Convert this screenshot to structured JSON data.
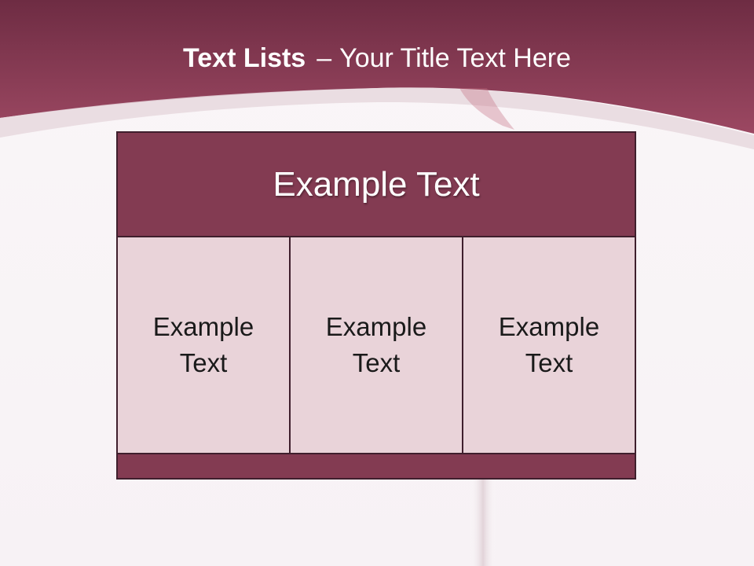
{
  "slide": {
    "title_bold": "Text Lists",
    "title_separator": "–",
    "title_rest": "Your Title Text Here"
  },
  "table": {
    "header": "Example Text",
    "cells": [
      {
        "text": "Example Text"
      },
      {
        "text": "Example Text"
      },
      {
        "text": "Example Text"
      }
    ],
    "footer": ""
  },
  "colors": {
    "header_band": "#833b52",
    "cell_fill": "#e9d3d9",
    "border": "#3f1f2d",
    "title_text": "#ffffff"
  }
}
